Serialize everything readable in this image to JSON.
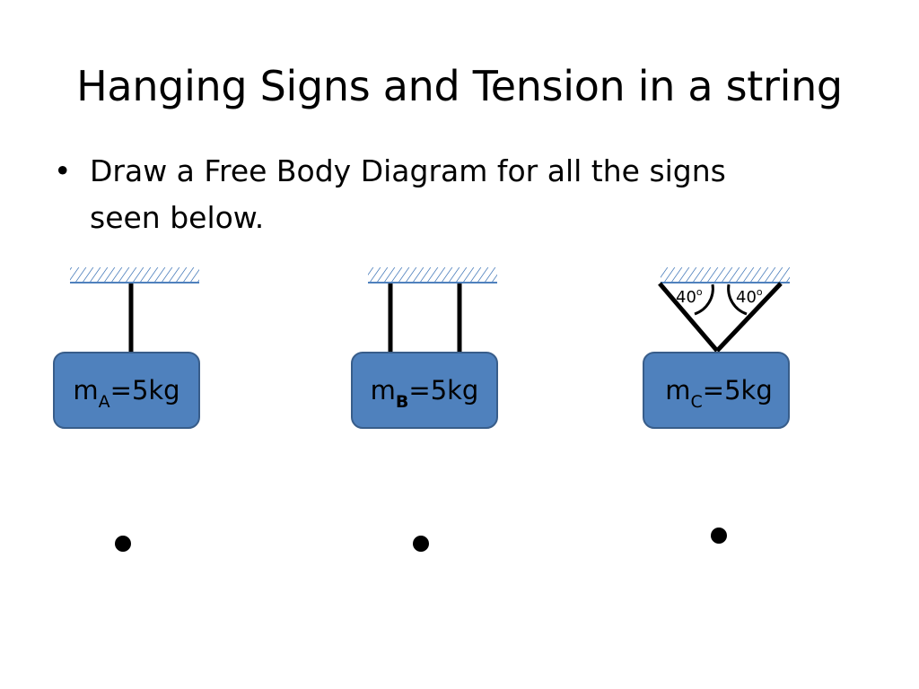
{
  "slide": {
    "title": "Hanging Signs and Tension in a string",
    "bullet": {
      "symbol": "•",
      "line1": "Draw a Free Body Diagram for all the signs",
      "line2": "seen below."
    }
  },
  "signs": [
    {
      "mass_letter": "m",
      "subscript": "A",
      "mass_value": "=5kg"
    },
    {
      "mass_letter": "m",
      "subscript": "B",
      "mass_value": "=5kg"
    },
    {
      "mass_letter": "m",
      "subscript": "C",
      "mass_value": "=5kg"
    }
  ],
  "angles": {
    "left": "40",
    "right": "40",
    "unit": "o"
  },
  "colors": {
    "box_fill": "#4f81bd",
    "box_stroke": "#385d8a",
    "hatch": "#4f81bd"
  }
}
